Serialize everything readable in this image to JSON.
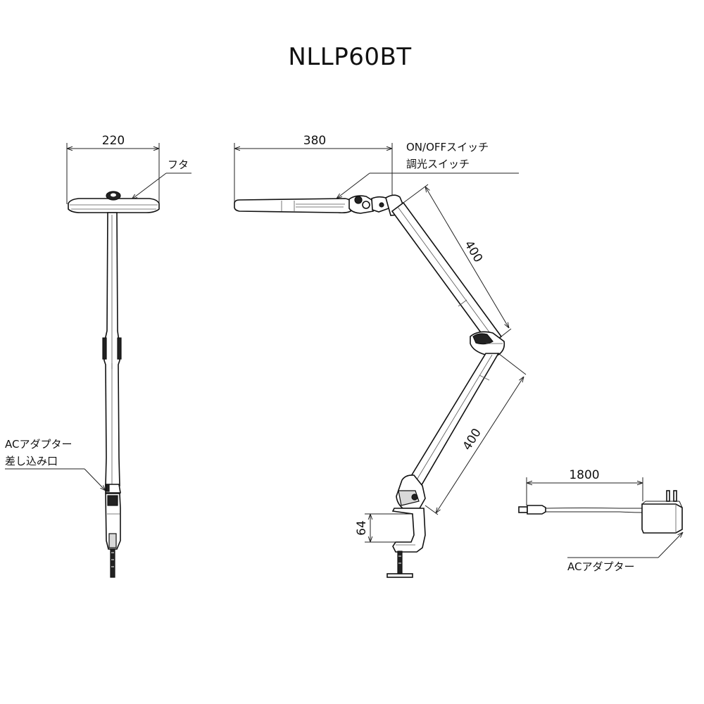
{
  "title": "NLLP60BT",
  "dimensions": {
    "head_width": "220",
    "head_length": "380",
    "upper_arm": "400",
    "lower_arm": "400",
    "clamp_height": "64",
    "cable_length": "1800"
  },
  "labels": {
    "lid": "フタ",
    "on_off_switch": "ON/OFFスイッチ",
    "dimmer_switch": "調光スイッチ",
    "adapter_port_line1": "ACアダプター",
    "adapter_port_line2": "差し込み口",
    "ac_adapter": "ACアダプター"
  }
}
